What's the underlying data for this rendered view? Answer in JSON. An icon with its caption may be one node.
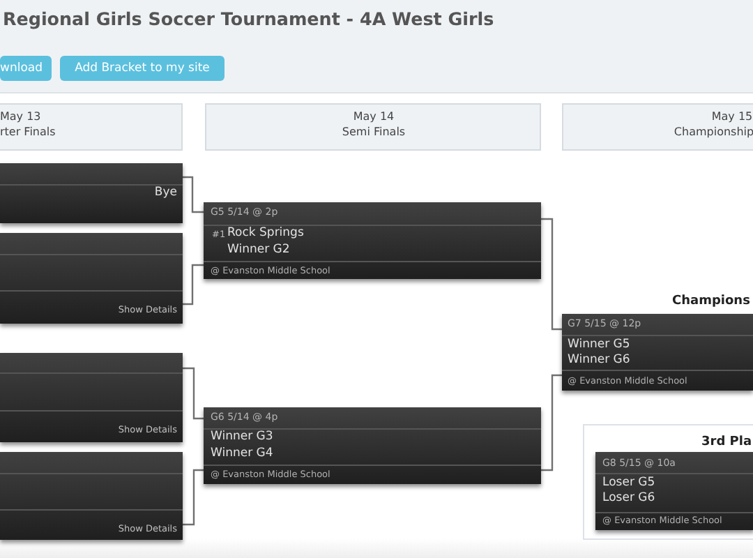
{
  "diagram": {
    "title": "Regional Girls Soccer Tournament - 4A West Girls",
    "nodes": [
      {
        "text": [
          "May 13",
          "rter Finals"
        ]
      },
      {
        "text": [
          "May 14",
          "Semi Finals"
        ]
      },
      {
        "text": [
          "May 15",
          "Championship"
        ]
      },
      {
        "text": [
          "Bye"
        ]
      },
      {
        "text": [
          "G5 5/14 @ 2p",
          "#1",
          "Rock Springs",
          "Winner G2",
          "@ Evanston Middle School"
        ]
      },
      {
        "text": [
          "Show Details"
        ]
      },
      {
        "text": [
          "G7 5/15 @ 12p",
          "Winner G5",
          "Winner G6",
          "@ Evanston Middle School"
        ],
        "beside": [
          "Champions"
        ]
      },
      {
        "text": [
          "Show Details"
        ]
      },
      {
        "text": [
          "G6 5/14 @ 4p",
          "Winner G3",
          "Winner G4",
          "@ Evanston Middle School"
        ]
      },
      {
        "text": [
          "3rd Pla"
        ]
      },
      {
        "text": [
          "G8 5/15 @ 10a",
          "Loser G5",
          "Loser G6",
          "@ Evanston Middle School"
        ],
        "in": 9
      },
      {
        "text": [
          "Show Details"
        ]
      }
    ],
    "edges": [
      {
        "from": 3,
        "to": 4,
        "arrow": "none"
      },
      {
        "from": 5,
        "to": 4,
        "arrow": "none"
      },
      {
        "from": 4,
        "to": 6,
        "arrow": "none"
      },
      {
        "from": 7,
        "to": 8,
        "arrow": "none"
      },
      {
        "from": 11,
        "to": 8,
        "arrow": "none"
      },
      {
        "from": 8,
        "to": 6,
        "arrow": "none"
      }
    ],
    "labels": [
      "wnload",
      "Add Bracket to my site"
    ]
  }
}
